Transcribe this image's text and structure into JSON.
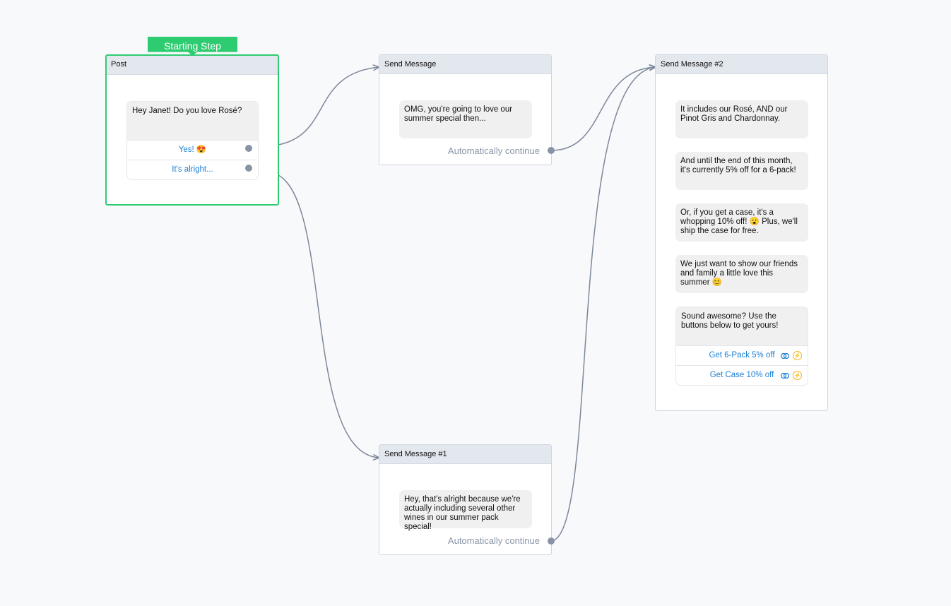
{
  "start_tag": "Starting Step",
  "nodes": {
    "post": {
      "title": "Post",
      "message": "Hey Janet! Do you love Rosé?",
      "buttons": [
        {
          "label": "Yes! 😍"
        },
        {
          "label": "It's alright..."
        }
      ]
    },
    "send_message": {
      "title": "Send Message",
      "message": "OMG, you're going to love our summer special then...",
      "auto_continue": "Automatically continue"
    },
    "send_message_1": {
      "title": "Send Message #1",
      "message": "Hey, that's alright because we're actually including several other wines in our summer pack special!",
      "auto_continue": "Automatically continue"
    },
    "send_message_2": {
      "title": "Send Message #2",
      "messages": [
        "It includes our Rosé, AND our Pinot Gris and Chardonnay.",
        "And until the end of this month, it's currently 5% off for a 6-pack!",
        "Or, if you get a case, it's a whopping 10% off! 😮 Plus, we'll ship the case for free.",
        "We just want to show our friends and family a little love this summer 😊",
        "Sound awesome? Use the buttons below to get yours!"
      ],
      "buttons": [
        {
          "label": "Get 6-Pack 5% off",
          "icons": [
            "link-icon",
            "bolt-icon"
          ]
        },
        {
          "label": "Get Case 10% off",
          "icons": [
            "link-icon",
            "bolt-icon"
          ]
        }
      ]
    }
  },
  "colors": {
    "start_green": "#2ecc71",
    "connector": "#7d889a",
    "button_text": "#1a7fd4",
    "bolt": "#f2b01e"
  }
}
